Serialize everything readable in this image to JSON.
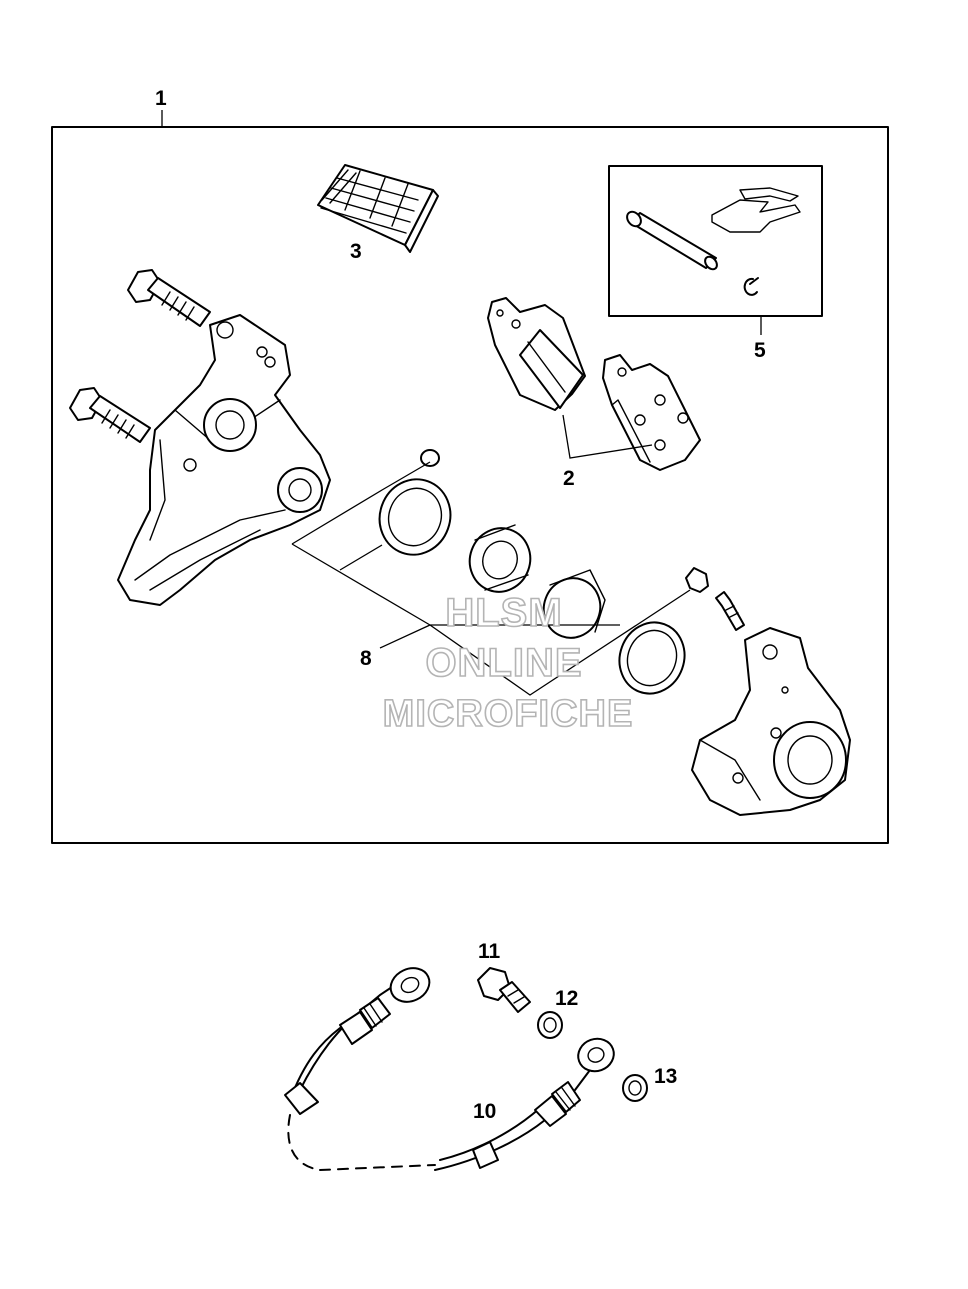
{
  "callouts": {
    "c1": "1",
    "c2": "2",
    "c3": "3",
    "c5": "5",
    "c8": "8",
    "c10": "10",
    "c11": "11",
    "c12": "12",
    "c13": "13"
  },
  "watermark": {
    "line1": "HLSM",
    "line2": "ONLINE",
    "line3": "MICROFICHE"
  },
  "colors": {
    "ink": "#000000",
    "paper": "#ffffff",
    "watermark_outline": "#b4b4b4"
  }
}
